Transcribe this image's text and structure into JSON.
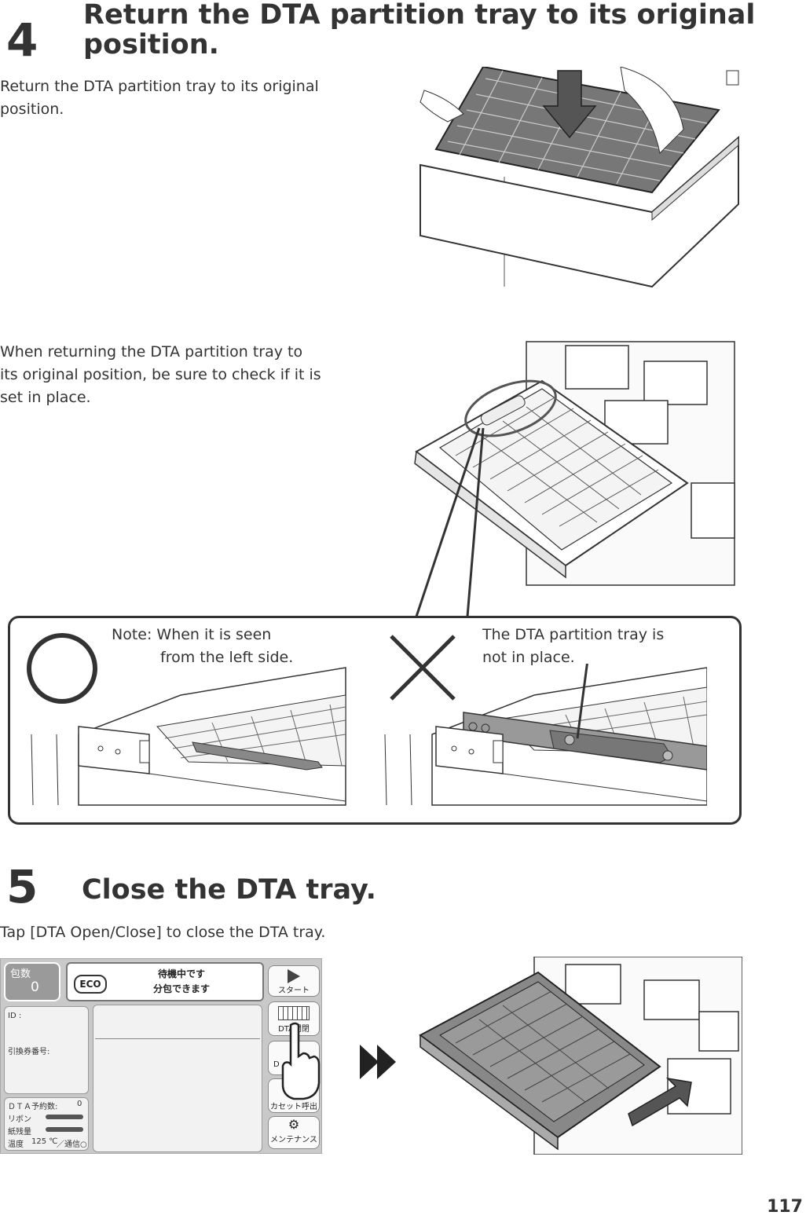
{
  "step4": {
    "number": "4",
    "title_line1": "Return the DTA partition tray to its original",
    "title_line2": "position.",
    "text_line1": "Return the DTA partition tray to its original",
    "text_line2": "position.",
    "check_line1": "When returning the DTA partition tray to",
    "check_line2": "its original position, be sure to check if it is",
    "check_line3": "set in place."
  },
  "note": {
    "left_line1": "Note: When it is seen",
    "left_line2": "from the left side.",
    "right_line1": "The DTA partition tray is",
    "right_line2": "not in place."
  },
  "step5": {
    "number": "5",
    "title": "Close the DTA tray.",
    "text": "Tap [DTA Open/Close] to close the DTA tray."
  },
  "panel": {
    "count_label": "包数",
    "count_value": "0",
    "eco_label": "ECO",
    "status_line1": "待機中です",
    "status_line2": "分包できます",
    "start_label": "スタート",
    "dta_label": "DTA開閉",
    "d_label": "D",
    "cassette_label": "カセット呼出",
    "maintenance_label": "メンテナンス",
    "id_label": "ID :",
    "ticket_label": "引換券番号:",
    "dta_reserve_label": "ＤＴＡ予約数:",
    "dta_reserve_value": "0",
    "ribbon_label": "リボン",
    "paper_label": "紙残量",
    "temp_label": "温度",
    "temp_value": "125 ℃",
    "comm_label": "／通信○"
  },
  "page_number": "117"
}
